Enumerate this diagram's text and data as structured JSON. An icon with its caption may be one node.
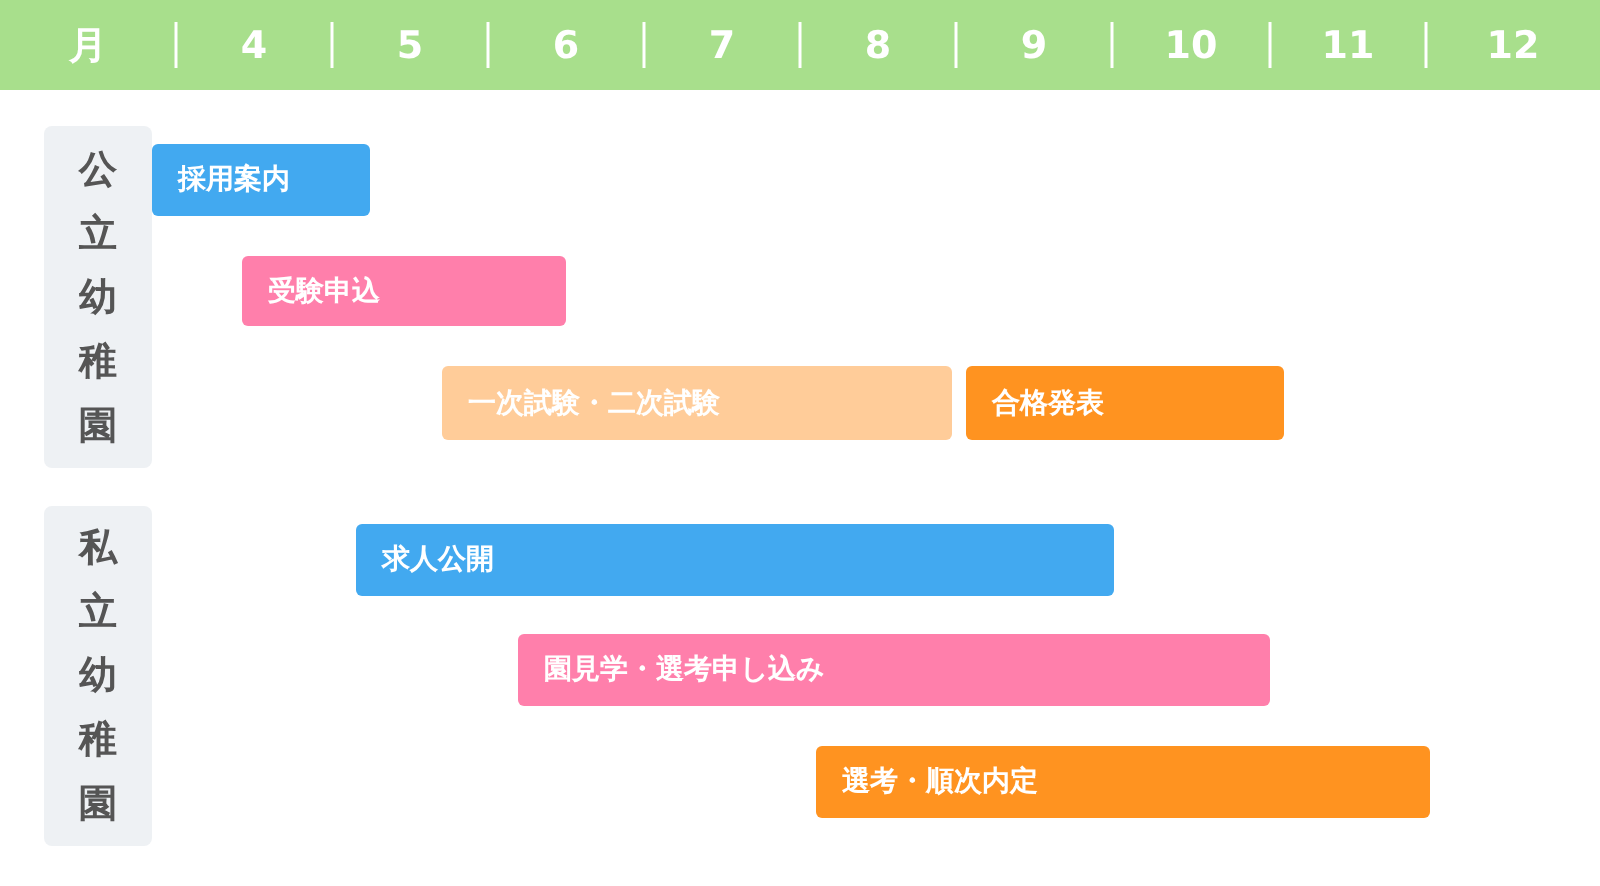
{
  "diagram": {
    "nodes": [
      {
        "text": [
          "月",
          "4",
          "5",
          "6",
          "7",
          "8",
          "9",
          "10",
          "11",
          "12"
        ]
      },
      {
        "text": [
          "公立幼稚園"
        ]
      },
      {
        "text": [
          "採用案内"
        ]
      },
      {
        "text": [
          "受験申込"
        ]
      },
      {
        "text": [
          "一次試験・二次試験"
        ]
      },
      {
        "text": [
          "合格発表"
        ]
      },
      {
        "text": [
          "私立幼稚園"
        ]
      },
      {
        "text": [
          "求人公開"
        ]
      },
      {
        "text": [
          "園見学・選考申し込み"
        ]
      },
      {
        "text": [
          "選考・順次内定"
        ]
      }
    ]
  }
}
